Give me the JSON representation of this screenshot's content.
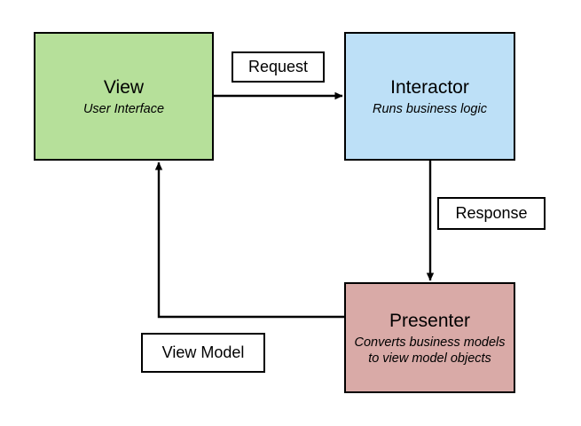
{
  "diagram": {
    "type": "flow-diagram",
    "background_color": "#ffffff",
    "stroke_color": "#000000",
    "nodes": [
      {
        "id": "view",
        "title": "View",
        "subtitle": "User Interface",
        "color": "#b6e09a"
      },
      {
        "id": "interactor",
        "title": "Interactor",
        "subtitle": "Runs business logic",
        "color": "#bde0f7"
      },
      {
        "id": "presenter",
        "title": "Presenter",
        "subtitle": "Converts business models to view model objects",
        "color": "#d9aaa7"
      }
    ],
    "edges": [
      {
        "id": "request",
        "label": "Request",
        "from": "view",
        "to": "interactor",
        "direction": "right"
      },
      {
        "id": "response",
        "label": "Response",
        "from": "interactor",
        "to": "presenter",
        "direction": "down"
      },
      {
        "id": "view-model",
        "label": "View Model",
        "from": "presenter",
        "to": "view",
        "direction": "left-up"
      }
    ]
  }
}
